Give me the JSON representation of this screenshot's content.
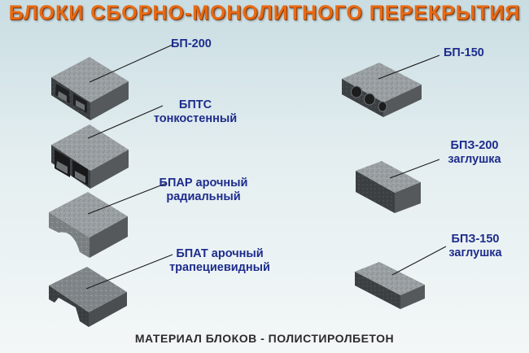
{
  "title": "БЛОКИ СБОРНО-МОНОЛИТНОГО ПЕРЕКРЫТИЯ",
  "footer": "МАТЕРИАЛ БЛОКОВ - ПОЛИСТИРОЛБЕТОН",
  "blocks": [
    {
      "line1": "БП-200",
      "line2": ""
    },
    {
      "line1": "БПТС",
      "line2": "тонкостенный"
    },
    {
      "line1": "БПАР арочный",
      "line2": "радиальный"
    },
    {
      "line1": "БПАТ арочный",
      "line2": "трапециевидный"
    },
    {
      "line1": "БП-150",
      "line2": ""
    },
    {
      "line1": "БПЗ-200",
      "line2": "заглушка"
    },
    {
      "line1": "БПЗ-150",
      "line2": "заглушка"
    }
  ],
  "colors": {
    "title": "#e86a14",
    "label": "#1d2c8c",
    "block_top": "#9aa0a3",
    "block_front": "#3c4043",
    "block_side": "#55595c"
  }
}
